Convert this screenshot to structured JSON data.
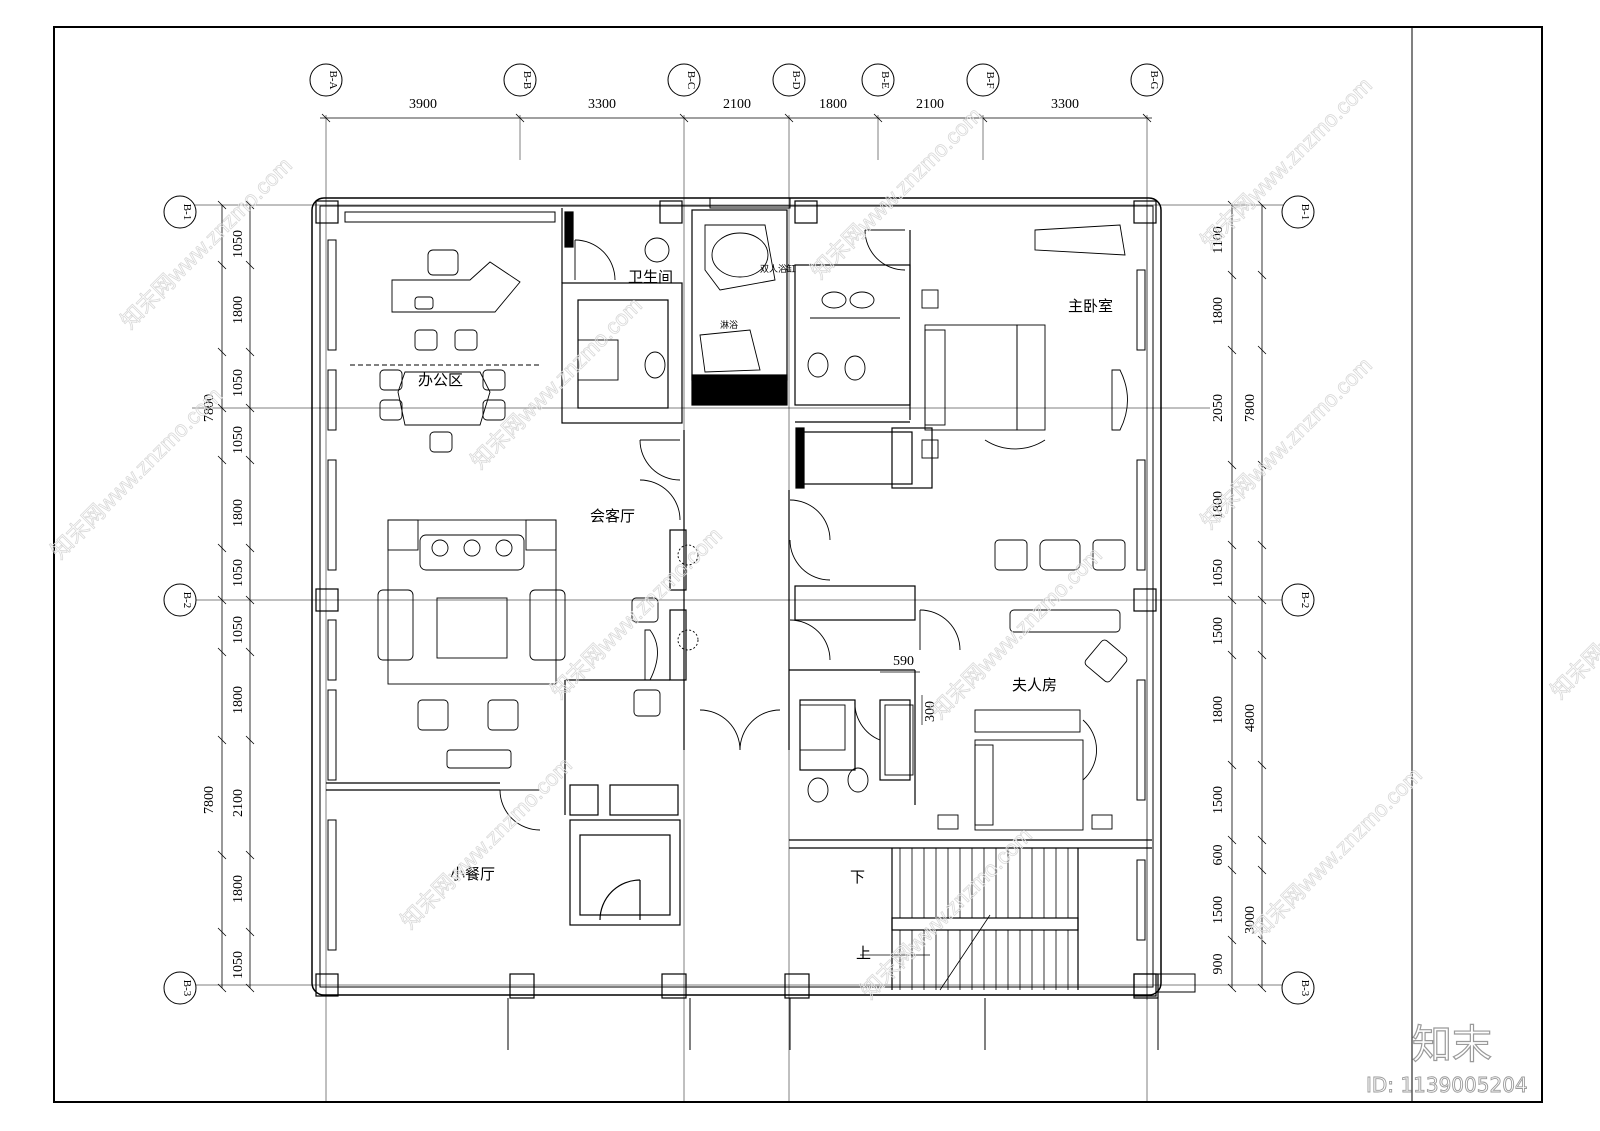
{
  "grid": {
    "columns": [
      "B-A",
      "B-B",
      "B-C",
      "B-D",
      "B-E",
      "B-F",
      "B-G"
    ],
    "rows": [
      "B-1",
      "B-2",
      "B-3"
    ]
  },
  "dimensions": {
    "top": [
      "3900",
      "3300",
      "2100",
      "1800",
      "2100",
      "3300"
    ],
    "left_inner": [
      "1050",
      "1800",
      "1050",
      "1050",
      "1800",
      "1050",
      "1050",
      "1800",
      "2100",
      "1800",
      "1050"
    ],
    "left_outer": [
      "7800",
      "7800"
    ],
    "right_inner": [
      "1100",
      "1800",
      "2050",
      "1800",
      "1050",
      "1500",
      "1800",
      "1500",
      "600",
      "1500",
      "900"
    ],
    "right_outer": [
      "7800",
      "4800",
      "3000"
    ],
    "local_590": "590",
    "local_300": "300"
  },
  "rooms": {
    "office": "办公区",
    "bathroom": "卫生间",
    "reception": "会客厅",
    "master_bedroom": "主卧室",
    "madam_room": "夫人房",
    "dining": "小餐厅",
    "shower": "淋浴",
    "double_bathtub": "双人浴缸",
    "stair_down": "下",
    "stair_up": "上"
  },
  "watermark": {
    "text": "知末网www.znzmo.com"
  },
  "logo": {
    "text": "知末",
    "id": "ID: 1139005204"
  }
}
